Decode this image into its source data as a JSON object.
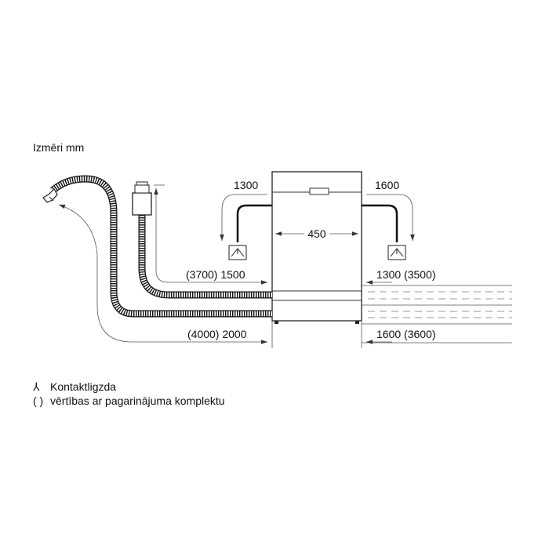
{
  "heading": "Izmēri mm",
  "dimensions": {
    "width": "450",
    "left_cable": "1300",
    "right_cable": "1600",
    "drain_left": "(3700) 1500",
    "drain_right": "1300 (3500)",
    "inlet_left": "(4000) 2000",
    "inlet_right": "1600 (3600)"
  },
  "legend": {
    "socket_symbol": "⅄",
    "socket_label": "Kontaktligzda",
    "extension_symbol": "( )",
    "extension_label": "vērtības ar pagarinājuma komplektu"
  },
  "icons": [
    "socket-icon",
    "dishwasher-icon",
    "drain-hose-icon",
    "inlet-hose-icon",
    "tap-connector-icon",
    "siphon-icon"
  ],
  "colors": {
    "line": "#333333",
    "text": "#111111",
    "background": "#ffffff"
  }
}
